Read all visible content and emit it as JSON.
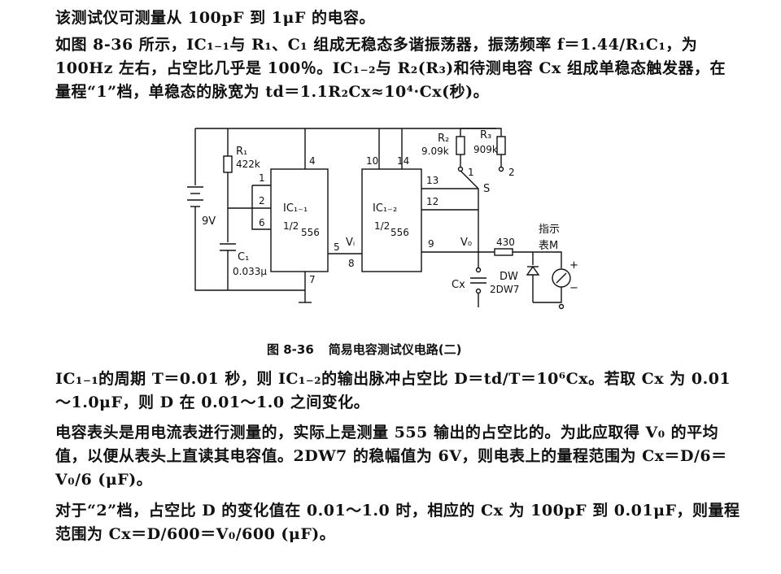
{
  "paragraphs": {
    "p1": "该测试仪可测量从 100pF 到 1μF 的电容。",
    "p2": "如图 8-36 所示，IC₁₋₁与 R₁、C₁ 组成无稳态多谐振荡器，振荡频率 f＝1.44/R₁C₁，为 100Hz 左右，占空比几乎是 100％。IC₁₋₂与 R₂(R₃)和待测电容 Cx 组成单稳态触发器，在量程“1”档，单稳态的脉宽为 td＝1.1R₂Cx≈10⁴·Cx(秒)。",
    "p3": "IC₁₋₁的周期 T＝0.01 秒，则 IC₁₋₂的输出脉冲占空比 D＝td/T＝10⁶Cx。若取 Cx 为 0.01～1.0μF，则 D 在 0.01～1.0 之间变化。",
    "p4": "电容表头是用电流表进行测量的，实际上是测量 555 输出的占空比的。为此应取得 V₀ 的平均值，以便从表头上直读其电容值。2DW7 的稳幅值为 6V，则电表上的量程范围为 Cx＝D/6＝V₀/6 (μF)。",
    "p5": "对于“2”档，占空比 D 的变化值在 0.01～1.0 时，相应的 Cx 为 100pF 到 0.01μF，则量程范围为 Cx＝D/600＝V₀/600 (μF)。"
  },
  "caption": {
    "number": "图 8-36",
    "title": "简易电容测试仪电路(二)"
  },
  "circuit": {
    "r1_name": "R₁",
    "r1_value": "422k",
    "r2_name": "R₂",
    "r2_value": "9.09k",
    "r3_name": "R₃",
    "r3_value": "909k",
    "c1_name": "C₁",
    "c1_value": "0.033μ",
    "battery": "9V",
    "ic1_name": "IC₁₋₁",
    "ic1_half": "1/2",
    "ic1_part": "556",
    "ic2_name": "IC₁₋₂",
    "ic2_half": "1/2",
    "ic2_part": "556",
    "vi": "Vᵢ",
    "vo": "V₀",
    "cx": "Cx",
    "dw": "DW",
    "dw_part": "2DW7",
    "r430": "430",
    "meter_label_1": "指示",
    "meter_label_2": "表M",
    "switch_label": "S",
    "sw_pos1": "1",
    "sw_pos2": "2",
    "pin1": "1",
    "pin2": "2",
    "pin4": "4",
    "pin5": "5",
    "pin6": "6",
    "pin7": "7",
    "pin8": "8",
    "pin9": "9",
    "pin10": "10",
    "pin12": "12",
    "pin13": "13",
    "pin14": "14",
    "plus": "+",
    "minus": "−"
  }
}
